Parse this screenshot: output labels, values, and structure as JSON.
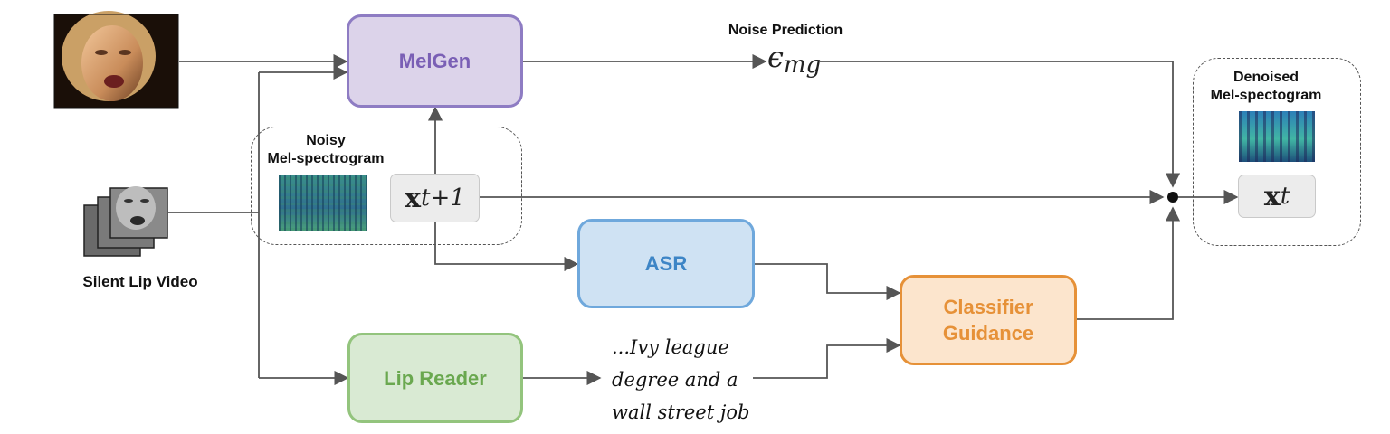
{
  "blocks": {
    "melgen": {
      "label": "MelGen",
      "fill": "#dcd3ea",
      "border": "#8e7cc3",
      "text_color": "#7a5fb5"
    },
    "asr": {
      "label": "ASR",
      "fill": "#cfe2f3",
      "border": "#6fa8dc",
      "text_color": "#3d85c6"
    },
    "lip_reader": {
      "label": "Lip Reader",
      "fill": "#d9ead3",
      "border": "#93c47d",
      "text_color": "#6aa84f"
    },
    "classifier_guidance": {
      "label": "Classifier\nGuidance",
      "fill": "#fce5cd",
      "border": "#e69138",
      "text_color": "#e69138"
    }
  },
  "labels": {
    "noise_prediction": "Noise Prediction",
    "noisy_mel": "Noisy\nMel-spectrogram",
    "denoised_mel": "Denoised\nMel-spectogram",
    "silent_lip_video": "Silent Lip Video"
  },
  "math": {
    "epsilon": "ϵ",
    "epsilon_sub": "mg",
    "x_noisy_base": "x",
    "x_noisy_sub": "t+1",
    "x_denoised_base": "x",
    "x_denoised_sub": "t"
  },
  "transcript": "...Ivy league\ndegree and a\nwall street job",
  "colors": {
    "arrow": "#555555",
    "dashed_border": "#555555",
    "spectrogram_base": "#2f7d8a"
  },
  "icons": [
    "speaker-face-photo",
    "lip-video-frames-icon",
    "noisy-spectrogram-image",
    "denoised-spectrogram-image"
  ]
}
